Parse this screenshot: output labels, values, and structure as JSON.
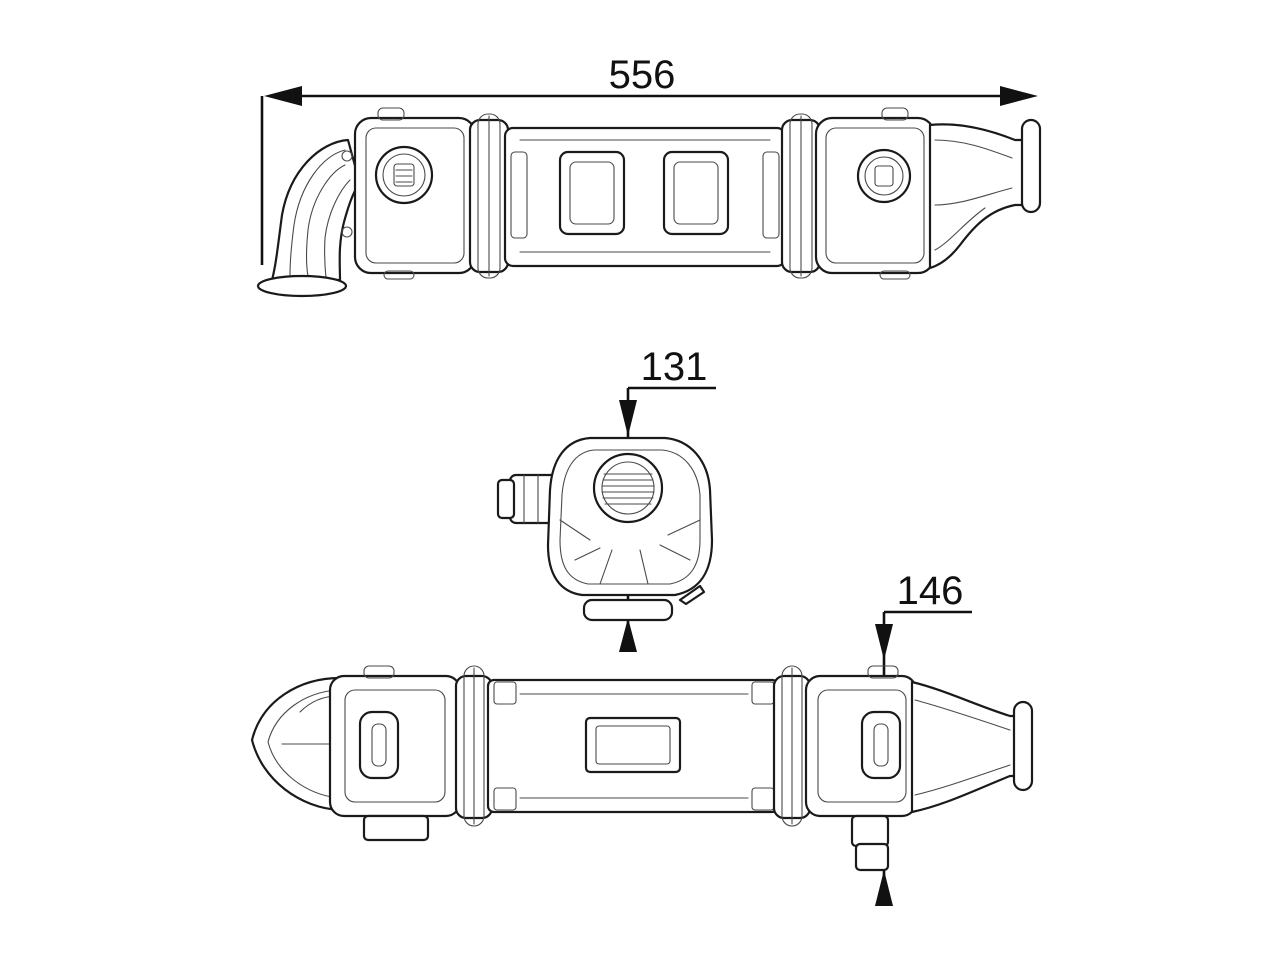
{
  "dimensions": {
    "length": "556",
    "width": "131",
    "height": "146"
  },
  "colors": {
    "line": "#1a1a1a",
    "background": "#ffffff"
  }
}
